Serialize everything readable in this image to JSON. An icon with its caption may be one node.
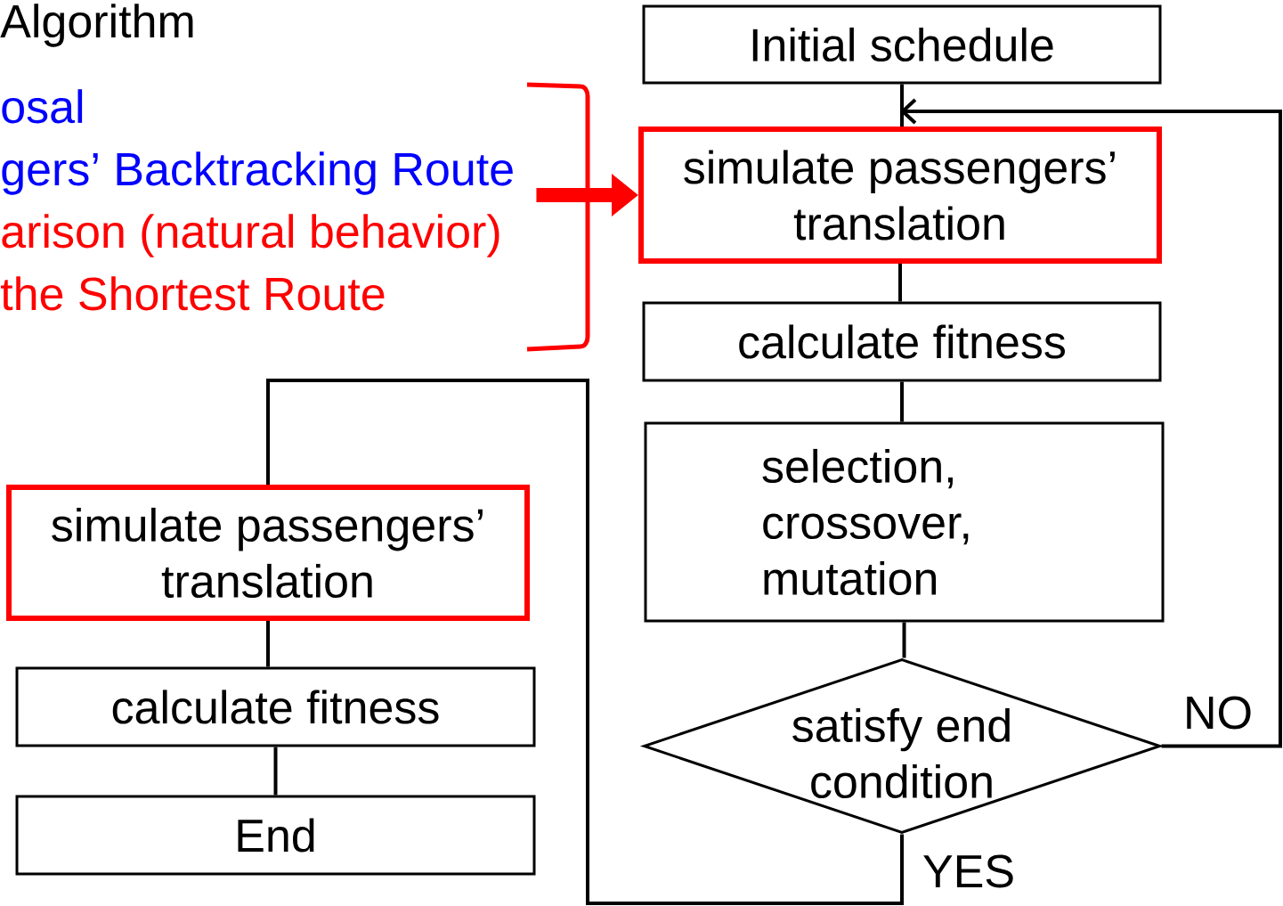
{
  "diagram": {
    "title": "Algorithm",
    "nodes": [
      {
        "text": [
          "Initial schedule"
        ]
      },
      {
        "text": [
          "simulate passengers’ translation"
        ]
      },
      {
        "text": [
          "calculate fitness"
        ]
      },
      {
        "text": [
          "selection, crossover, mutation"
        ]
      },
      {
        "text": [
          "satisfy end condition"
        ]
      },
      {
        "text": [
          "simulate passengers’ translation"
        ]
      },
      {
        "text": [
          "calculate fitness"
        ]
      },
      {
        "text": [
          "End"
        ]
      },
      {
        "text": [
          "osal",
          "gers’ Backtracking Route",
          "arison (natural behavior)",
          "the Shortest Route"
        ]
      }
    ],
    "edges": [
      {
        "from": 0,
        "to": 1,
        "arrow": "none"
      },
      {
        "from": 1,
        "to": 2,
        "arrow": "none"
      },
      {
        "from": 2,
        "to": 3,
        "arrow": "none"
      },
      {
        "from": 3,
        "to": 4,
        "arrow": "none"
      },
      {
        "from": 4,
        "to": 1,
        "arrow": "to",
        "label": "NO"
      },
      {
        "from": 4,
        "to": 5,
        "arrow": "none",
        "label": "YES"
      },
      {
        "from": 5,
        "to": 6,
        "arrow": "none"
      },
      {
        "from": 6,
        "to": 7,
        "arrow": "none"
      },
      {
        "from": 8,
        "to": 1,
        "arrow": "to",
        "style": "thick",
        "color": "#ff0000"
      }
    ]
  }
}
